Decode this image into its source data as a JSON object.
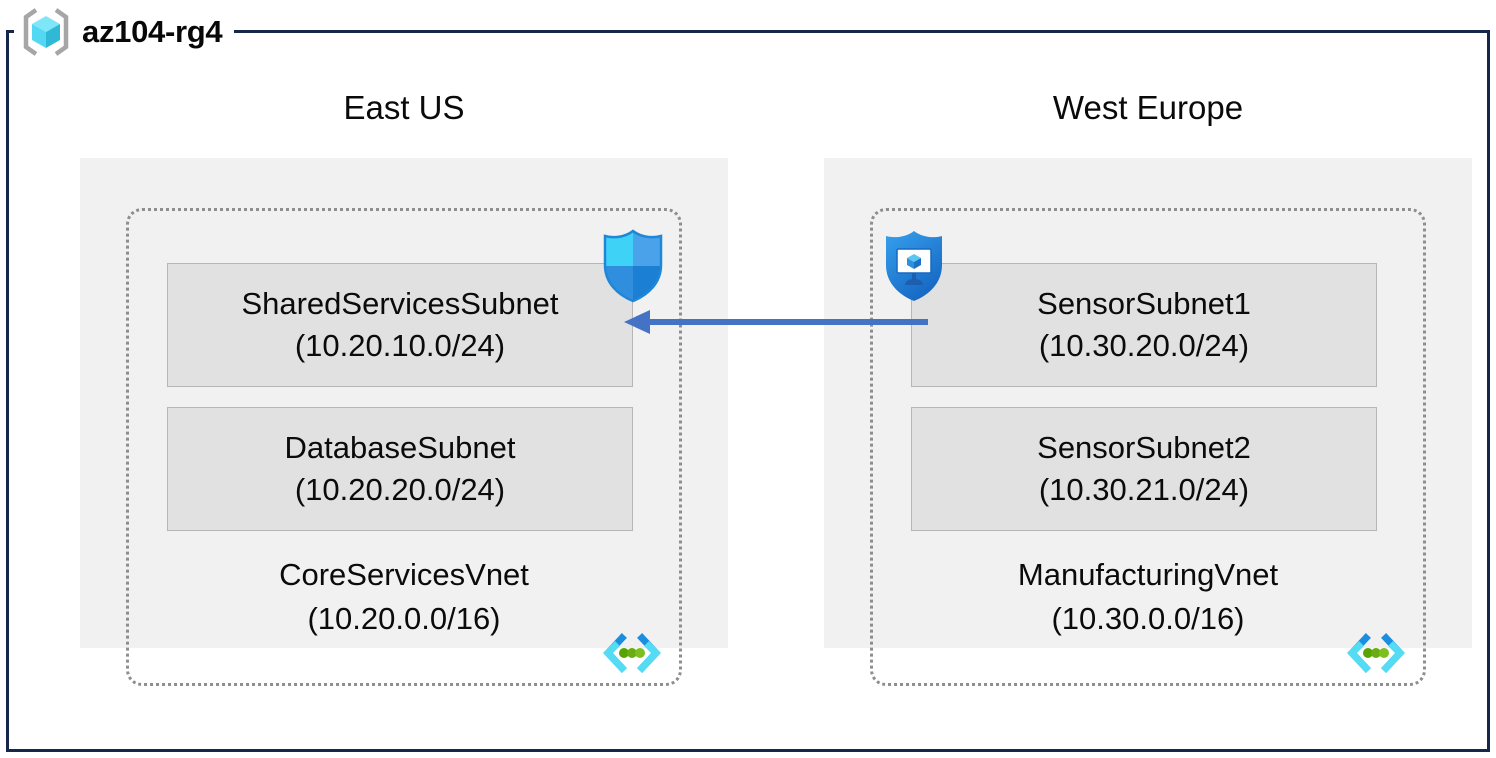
{
  "resource_group": {
    "name": "az104-rg4",
    "icon": "resource-group-cube-icon",
    "frame_color": "#16274a"
  },
  "diagram": {
    "type": "azure-network-architecture",
    "regions": [
      {
        "label": "East US",
        "vnet": {
          "name": "CoreServicesVnet",
          "cidr": "(10.20.0.0/16)",
          "icon": "virtual-network-icon",
          "subnets": [
            {
              "name": "SharedServicesSubnet",
              "cidr": "(10.20.10.0/24)",
              "attached_icon": "network-security-group-shield-icon"
            },
            {
              "name": "DatabaseSubnet",
              "cidr": "(10.20.20.0/24)",
              "attached_icon": null
            }
          ]
        }
      },
      {
        "label": "West Europe",
        "vnet": {
          "name": "ManufacturingVnet",
          "cidr": "(10.30.0.0/16)",
          "icon": "virtual-network-icon",
          "subnets": [
            {
              "name": "SensorSubnet1",
              "cidr": "(10.30.20.0/24)",
              "attached_icon": "application-security-group-shield-monitor-icon"
            },
            {
              "name": "SensorSubnet2",
              "cidr": "(10.30.21.0/24)",
              "attached_icon": null
            }
          ]
        }
      }
    ],
    "connection": {
      "name": "vnet-peering-arrow",
      "direction": "right-to-left",
      "from": "SensorSubnet1",
      "to": "SharedServicesSubnet",
      "color": "#4472c4"
    }
  },
  "colors": {
    "frame": "#16274a",
    "region_fill": "#f1f1f1",
    "vnet_border": "#8e8e8e",
    "subnet_fill": "#e1e1e1",
    "subnet_border": "#b6b6b6",
    "arrow": "#4472c4",
    "shield_blue": "#1e90e8",
    "cube_cyan": "#5ae0f7",
    "vnet_chevron": "#1c8ee0",
    "vnet_dot_green": "#57a300"
  }
}
